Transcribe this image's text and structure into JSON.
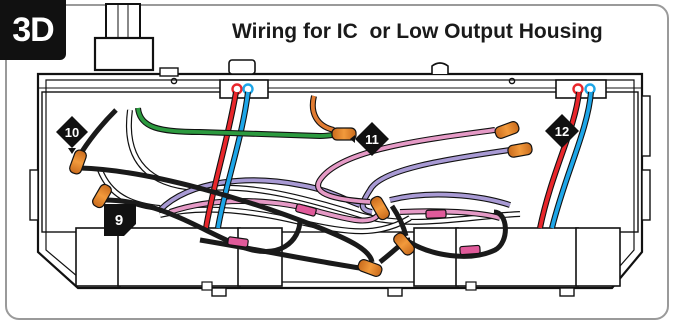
{
  "header": {
    "step_label": "3D",
    "title": "Wiring for IC  or Low Output Housing"
  },
  "callouts": {
    "c9": "9",
    "c10": "10",
    "c11": "11",
    "c12": "12"
  },
  "colors": {
    "red_wire": "#e8262b",
    "blue_wire": "#1ea6e8",
    "green_wire": "#2c9a3f",
    "orange_wire": "#e07b32",
    "pink_wire": "#e59ac6",
    "purple_wire": "#a89ad4",
    "black_wire": "#1a1a1a",
    "white_wire": "#ffffff",
    "wire_nut": "#e88a2d"
  }
}
